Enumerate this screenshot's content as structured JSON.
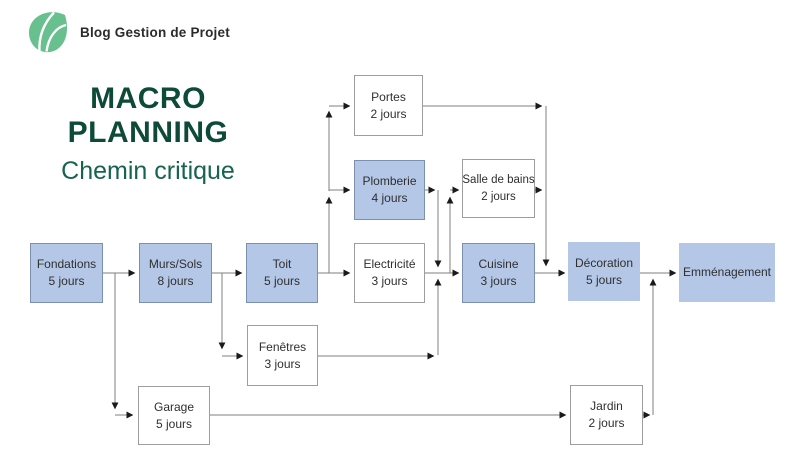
{
  "header": {
    "logo": {
      "text": "Blog Gestion de Projet",
      "icon_color": "#68c08f"
    },
    "title_line1": "MACRO",
    "title_line2": "PLANNING",
    "subtitle": "Chemin critique",
    "title_color": "#0d4a38",
    "subtitle_color": "#166350"
  },
  "diagram": {
    "colors": {
      "critical_fill": "#b4c7e7",
      "critical_border": "#7d8fae",
      "normal_fill": "#ffffff",
      "normal_border": "#9d9d9d",
      "line": "#7f7f7f",
      "arrowhead": "#1a1a1a"
    },
    "nodes": [
      {
        "id": "fondations",
        "label": "Fondations",
        "duration": "5 jours",
        "style": "critical"
      },
      {
        "id": "murs_sols",
        "label": "Murs/Sols",
        "duration": "8 jours",
        "style": "critical"
      },
      {
        "id": "toit",
        "label": "Toit",
        "duration": "5 jours",
        "style": "critical"
      },
      {
        "id": "portes",
        "label": "Portes",
        "duration": "2 jours",
        "style": "normal"
      },
      {
        "id": "plomberie",
        "label": "Plomberie",
        "duration": "4 jours",
        "style": "critical"
      },
      {
        "id": "electricite",
        "label": "Electricité",
        "duration": "3 jours",
        "style": "normal"
      },
      {
        "id": "salle_de_bains",
        "label": "Salle de bains",
        "duration": "2 jours",
        "style": "normal"
      },
      {
        "id": "cuisine",
        "label": "Cuisine",
        "duration": "3 jours",
        "style": "critical"
      },
      {
        "id": "fenetres",
        "label": "Fenêtres",
        "duration": "3 jours",
        "style": "normal"
      },
      {
        "id": "decoration",
        "label": "Décoration",
        "duration": "5 jours",
        "style": "critical"
      },
      {
        "id": "emmenagement",
        "label": "Emménagement",
        "duration": "",
        "style": "critical"
      },
      {
        "id": "garage",
        "label": "Garage",
        "duration": "5 jours",
        "style": "normal"
      },
      {
        "id": "jardin",
        "label": "Jardin",
        "duration": "2 jours",
        "style": "normal"
      }
    ],
    "edges": [
      "fondations → murs_sols",
      "fondations → garage",
      "murs_sols → toit",
      "murs_sols → fenetres",
      "toit → electricite",
      "toit → plomberie",
      "toit → portes",
      "plomberie → cuisine",
      "electricite → cuisine",
      "electricite → salle_de_bains",
      "fenetres → cuisine",
      "portes → decoration",
      "salle_de_bains → decoration",
      "cuisine → decoration",
      "decoration → emmenagement",
      "garage → jardin",
      "jardin → emmenagement"
    ]
  }
}
